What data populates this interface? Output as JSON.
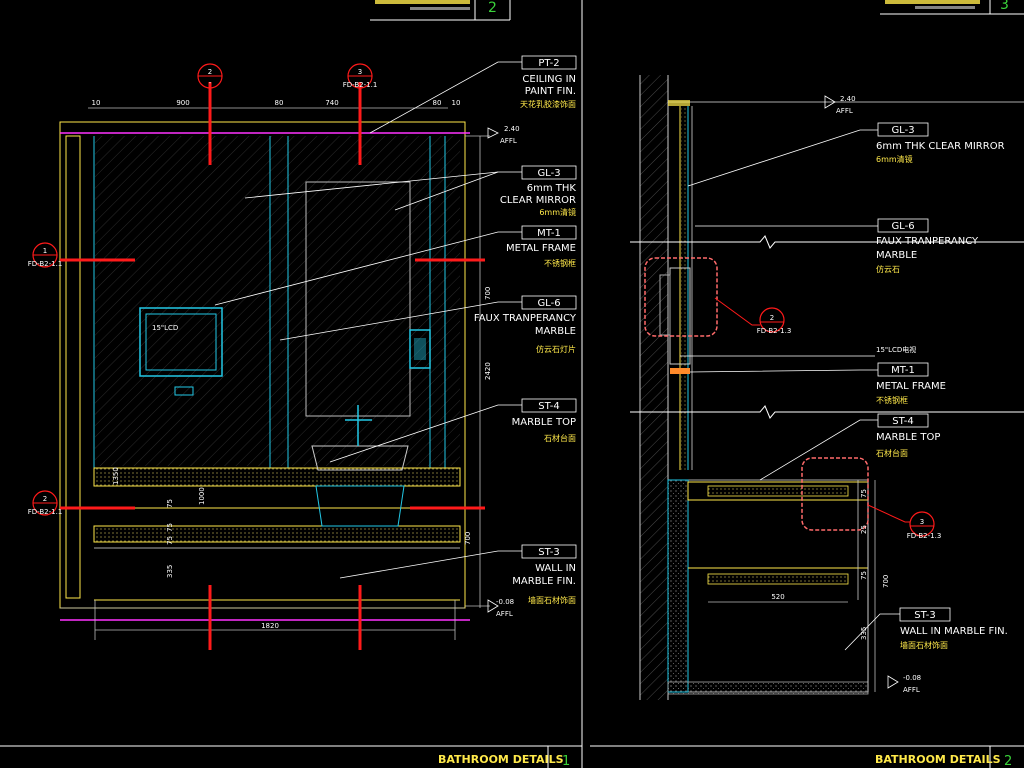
{
  "left_view": {
    "section_markers": [
      {
        "num": "2",
        "ref": "-"
      },
      {
        "num": "3",
        "ref": "FD-B2-1.1"
      },
      {
        "num": "1",
        "ref": "FD-B2-1.1"
      },
      {
        "num": "2",
        "ref": "FD-B2-1.1"
      }
    ],
    "top_dims": [
      "10",
      "900",
      "80",
      "740",
      "80",
      "10"
    ],
    "right_dims": [
      "700",
      "2420",
      "700"
    ],
    "inner_dims": [
      "1350",
      "75",
      "1000",
      "75",
      "75",
      "335"
    ],
    "bottom_dim": "1820",
    "lcd_label": "15\"LCD",
    "level_top": {
      "value": "2.40",
      "label": "AFFL"
    },
    "level_bottom": {
      "value": "-0.08",
      "label": "AFFL"
    },
    "callouts": [
      {
        "code": "PT-2",
        "lines": [
          "CEILING IN",
          "PAINT FIN."
        ],
        "cn": "天花乳胶漆饰面"
      },
      {
        "code": "GL-3",
        "lines": [
          "6mm THK",
          "CLEAR MIRROR"
        ],
        "cn": "6mm清镜"
      },
      {
        "code": "MT-1",
        "lines": [
          "METAL FRAME"
        ],
        "cn": "不锈钢框"
      },
      {
        "code": "GL-6",
        "lines": [
          "FAUX TRANPERANCY",
          "MARBLE"
        ],
        "cn": "仿云石灯片"
      },
      {
        "code": "ST-4",
        "lines": [
          "MARBLE TOP"
        ],
        "cn": "石材台面"
      },
      {
        "code": "ST-3",
        "lines": [
          "WALL IN",
          "MARBLE FIN."
        ],
        "cn": "墙面石材饰面"
      }
    ],
    "title": "BATHROOM DETAILS",
    "title_num": "1"
  },
  "right_view": {
    "level_top": {
      "value": "2.40",
      "label": "AFFL"
    },
    "level_bottom": {
      "value": "-0.08",
      "label": "AFFL"
    },
    "callouts": [
      {
        "code": "GL-3",
        "lines": [
          "6mm THK CLEAR MIRROR"
        ],
        "cn": "6mm清镜"
      },
      {
        "code": "GL-6",
        "lines": [
          "FAUX TRANPERANCY",
          "MARBLE"
        ],
        "cn": "仿云石"
      },
      {
        "code": "MT-1",
        "lines": [
          "METAL FRAME"
        ],
        "cn": "不锈钢框"
      },
      {
        "code": "ST-4",
        "lines": [
          "MARBLE TOP"
        ],
        "cn": "石材台面"
      },
      {
        "code": "ST-3",
        "lines": [
          "WALL IN MARBLE FIN."
        ],
        "cn": "墙面石材饰面"
      }
    ],
    "lcd_note": "15\"LCD电视",
    "markers": [
      {
        "num": "2",
        "ref": "FD-B2-1.3"
      },
      {
        "num": "3",
        "ref": "FD-B2-1.3"
      }
    ],
    "dims": [
      "75",
      "25",
      "75",
      "700",
      "335",
      "520"
    ],
    "title": "BATHROOM DETAILS",
    "title_num": "2"
  },
  "top_strip": {
    "num_left": "2",
    "num_right": "3"
  },
  "colors": {
    "background": "#000000",
    "yellow": "#ffe94a",
    "red": "#ff1a1a",
    "cyan": "#22c8e6",
    "magenta": "#ff33ff",
    "white": "#ffffff",
    "gray": "#8a8a8a",
    "green": "#3ad33a"
  }
}
